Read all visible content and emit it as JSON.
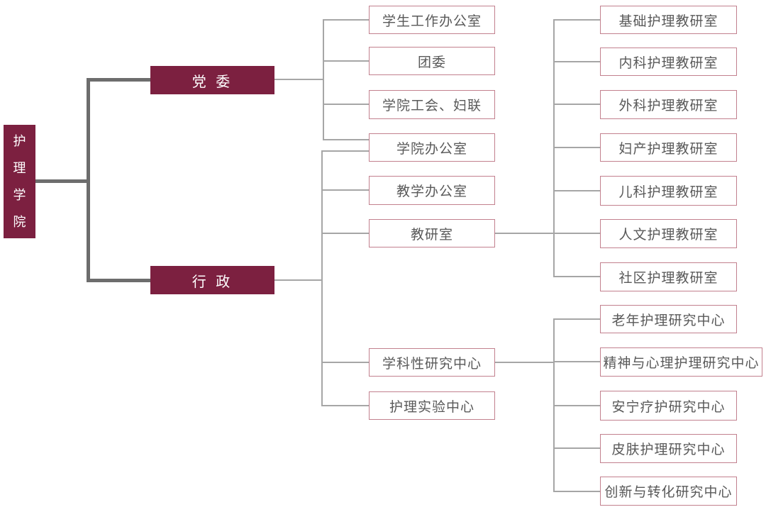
{
  "colors": {
    "accent_red": "#7c2040",
    "box_border": "#c2808e",
    "box_text": "#595959",
    "trunk_line": "#6d6d6d",
    "branch_line": "#a6a6a6",
    "background": "#ffffff"
  },
  "org": {
    "root": {
      "label": "护理学院"
    },
    "branches": [
      {
        "label": "党 委"
      },
      {
        "label": "行 政"
      }
    ],
    "offices": [
      {
        "label": "学生工作办公室"
      },
      {
        "label": "团委"
      },
      {
        "label": "学院工会、妇联"
      },
      {
        "label": "学院办公室"
      },
      {
        "label": "教学办公室"
      },
      {
        "label": "教研室"
      },
      {
        "label": "学科性研究中心"
      },
      {
        "label": "护理实验中心"
      }
    ],
    "teaching_research_sections": [
      {
        "label": "基础护理教研室"
      },
      {
        "label": "内科护理教研室"
      },
      {
        "label": "外科护理教研室"
      },
      {
        "label": "妇产护理教研室"
      },
      {
        "label": "儿科护理教研室"
      },
      {
        "label": "人文护理教研室"
      },
      {
        "label": "社区护理教研室"
      }
    ],
    "research_centers": [
      {
        "label": "老年护理研究中心"
      },
      {
        "label": "精神与心理护理研究中心"
      },
      {
        "label": "安宁疗护研究中心"
      },
      {
        "label": "皮肤护理研究中心"
      },
      {
        "label": "创新与转化研究中心"
      }
    ]
  }
}
